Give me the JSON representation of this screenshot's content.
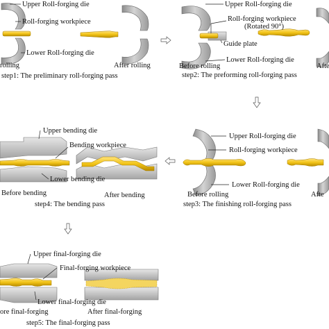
{
  "colors": {
    "die_light": "#d9d9d9",
    "die_mid": "#a8a8a8",
    "die_dark": "#7a7a7a",
    "workpiece": "#f2c418",
    "workpiece_dark": "#c99a00",
    "arrow": "#555555"
  },
  "step1": {
    "upper_die": "Upper Roll-forging die",
    "workpiece": "Roll-forging workpiece",
    "lower_die": "Lower Roll-forging die",
    "before": "rolling",
    "after": "After rolling",
    "caption": "step1: The preliminary roll-forging pass"
  },
  "step2": {
    "upper_die": "Upper Roll-forging die",
    "workpiece": "Roll-forging workpiece",
    "rotated": "(Rotated 90°)",
    "guide": "Guide plate",
    "lower_die": "Lower Roll-forging die",
    "before": "Before rolling",
    "after": "Afte",
    "caption": "step2: The preforming roll-forging pass"
  },
  "step3": {
    "upper_die": "Upper Roll-forging die",
    "workpiece": "Roll-forging workpiece",
    "lower_die": "Lower Roll-forging die",
    "before": "Before rolling",
    "after": "Afte",
    "caption": "step3: The finishing roll-forging pass"
  },
  "step4": {
    "upper_die": "Upper bending die",
    "workpiece": "Bending workpiece",
    "lower_die": "Lower bending die",
    "before": "Before bending",
    "after": "After bending",
    "caption": "step4: The bending pass"
  },
  "step5": {
    "upper_die": "Upper final-forging die",
    "workpiece": "Final-forging workpiece",
    "lower_die": "Lower final-forging die",
    "before": "ore final-forging",
    "after": "After final-forging",
    "caption": "step5: The final-forging pass"
  }
}
